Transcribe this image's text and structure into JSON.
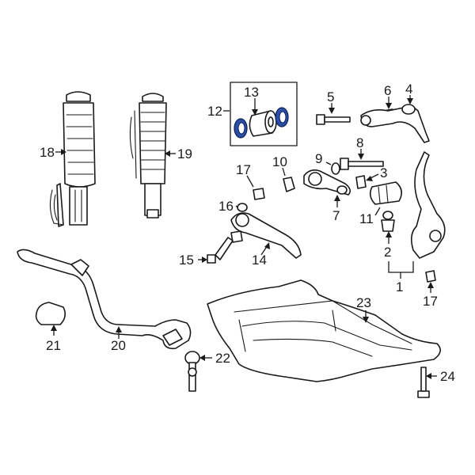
{
  "callouts": {
    "c1": "1",
    "c2": "2",
    "c3": "3",
    "c4": "4",
    "c5": "5",
    "c6": "6",
    "c7": "7",
    "c8": "8",
    "c9": "9",
    "c10": "10",
    "c11": "11",
    "c12": "12",
    "c13": "13",
    "c14": "14",
    "c15": "15",
    "c16": "16",
    "c17a": "17",
    "c17b": "17",
    "c18": "18",
    "c19": "19",
    "c20": "20",
    "c21": "21",
    "c22": "22",
    "c23": "23",
    "c24": "24"
  },
  "colors": {
    "highlight": "#2b4fa8",
    "line": "#1a1a1a",
    "background": "#ffffff"
  }
}
